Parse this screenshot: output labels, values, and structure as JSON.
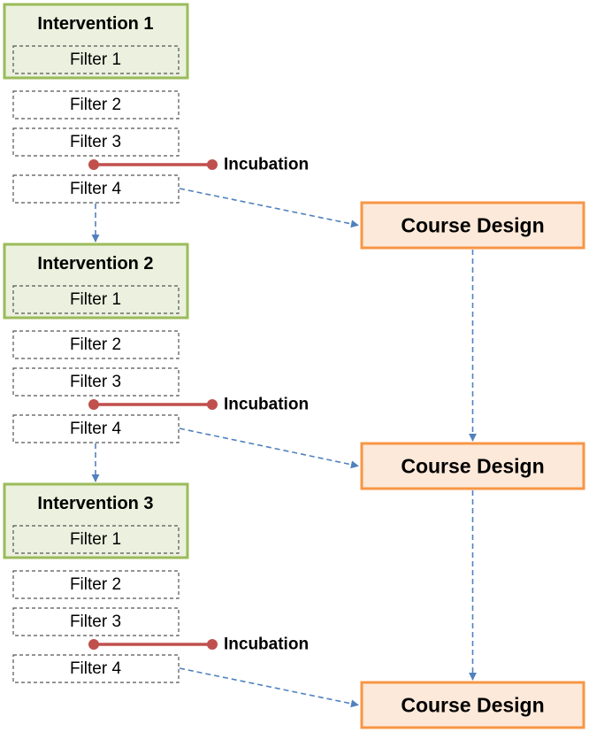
{
  "colors": {
    "intervention_fill": "#ebf1de",
    "intervention_border": "#9bbb59",
    "filter_border": "#555555",
    "incubation_line": "#c0504d",
    "course_fill": "#fde9d9",
    "course_border": "#f79646",
    "arrow": "#4f81bd"
  },
  "groups": [
    {
      "title": "Intervention 1",
      "filters": [
        "Filter 1",
        "Filter 2",
        "Filter 3",
        "Filter 4"
      ],
      "incubation_label": "Incubation",
      "course_label": "Course Design"
    },
    {
      "title": "Intervention 2",
      "filters": [
        "Filter 1",
        "Filter 2",
        "Filter 3",
        "Filter 4"
      ],
      "incubation_label": "Incubation",
      "course_label": "Course Design"
    },
    {
      "title": "Intervention 3",
      "filters": [
        "Filter 1",
        "Filter 2",
        "Filter 3",
        "Filter 4"
      ],
      "incubation_label": "Incubation",
      "course_label": "Course Design"
    }
  ]
}
